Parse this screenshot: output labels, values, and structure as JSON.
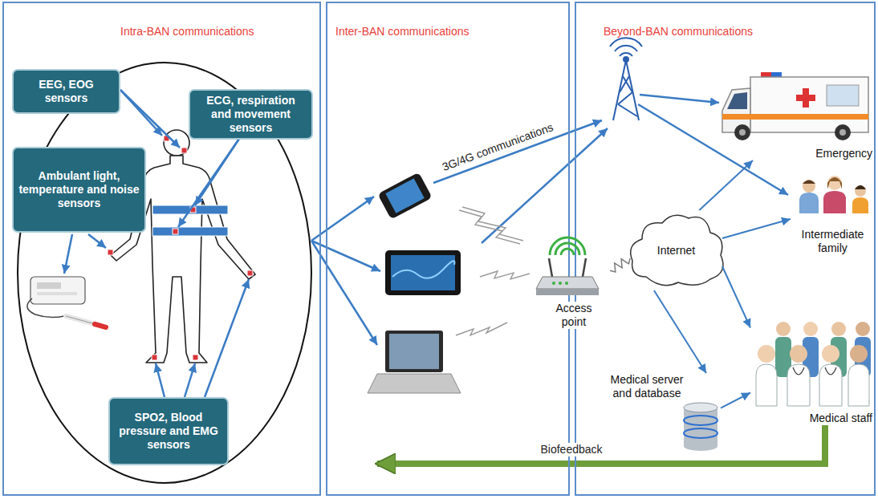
{
  "diagram": {
    "nodes": [
      {
        "text": [
          "Intra-BAN communications"
        ]
      },
      {
        "text": [
          "EEG, EOG sensors"
        ],
        "in": 0
      },
      {
        "text": [
          "ECG, respiration and movement sensors"
        ],
        "in": 0
      },
      {
        "text": [
          "Ambulant light, temperature and noise sensors"
        ],
        "in": 0
      },
      {
        "text": [
          "SPO2, Blood pressure and EMG sensors"
        ],
        "in": 0
      },
      {
        "text": [
          "Inter-BAN communications"
        ]
      },
      {
        "text": [
          "Access point"
        ]
      },
      {
        "text": [
          "Beyond-BAN communications"
        ]
      },
      {
        "text": [
          "Emergency"
        ],
        "in": 7
      },
      {
        "text": [
          "Intermediate family"
        ],
        "in": 7
      },
      {
        "text": [
          "Internet"
        ],
        "in": 7
      },
      {
        "text": [
          "Medical server and database"
        ],
        "in": 7
      },
      {
        "text": [
          "Medical staff"
        ],
        "in": 7
      }
    ],
    "edges": [
      {
        "from": 6,
        "to": 10,
        "arrow": "none"
      },
      {
        "from": 10,
        "to": 8,
        "arrow": "to"
      },
      {
        "from": 10,
        "to": 9,
        "arrow": "to"
      },
      {
        "from": 10,
        "to": 12,
        "arrow": "to"
      },
      {
        "from": 10,
        "to": 11,
        "arrow": "to"
      },
      {
        "from": 11,
        "to": 12,
        "arrow": "to"
      },
      {
        "from": 12,
        "to": 5,
        "label": "Biofeedback",
        "arrow": "to"
      }
    ],
    "labels": [
      "3G/4G communications"
    ]
  }
}
